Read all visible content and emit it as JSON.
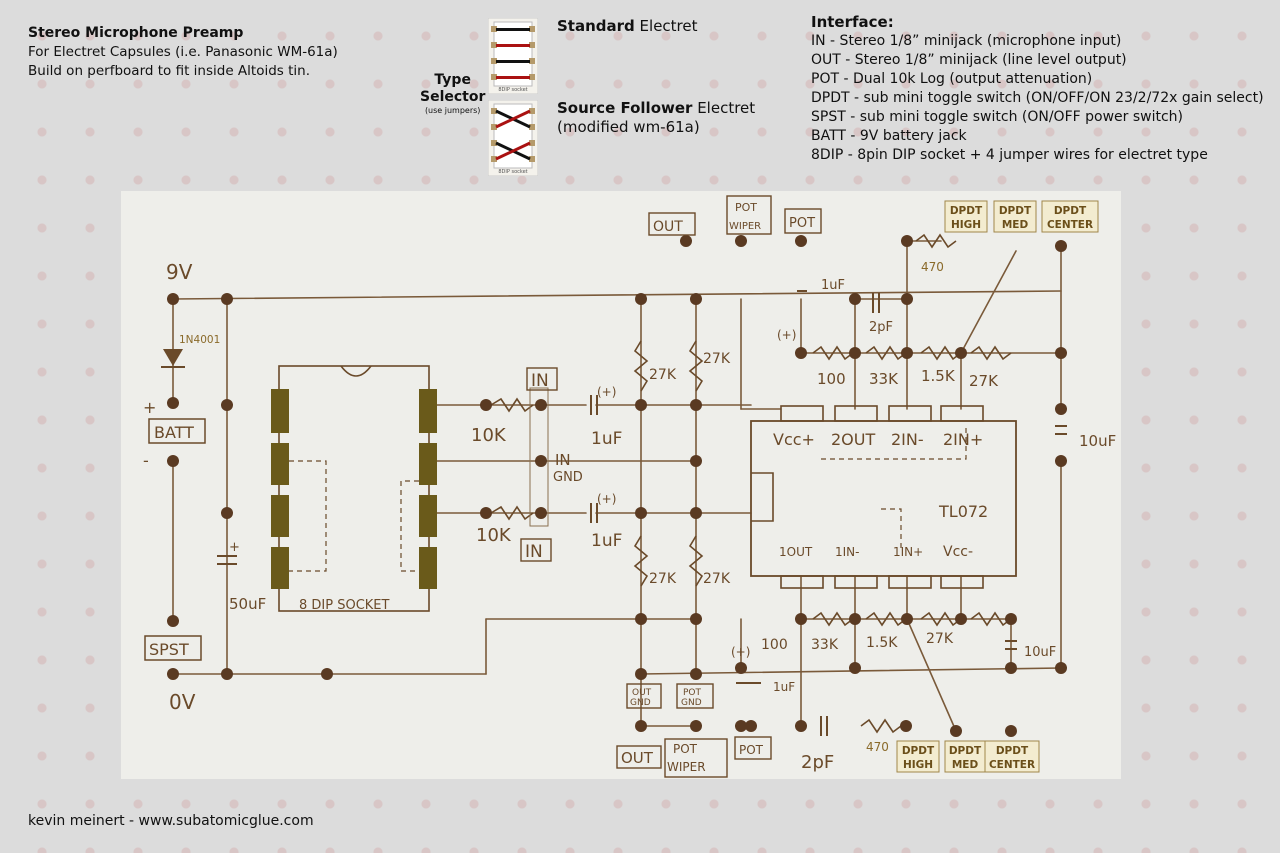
{
  "title_block": {
    "title": "Stereo Microphone Preamp",
    "line1": "For Electret Capsules (i.e. Panasonic WM-61a)",
    "line2": "Build on perfboard to fit inside Altoids tin."
  },
  "type_selector": {
    "label_line1": "Type",
    "label_line2": "Selector",
    "note": "(use jumpers)",
    "socket_caption": "8DIP socket",
    "standard_bold": "Standard",
    "standard_rest": " Electret",
    "source_bold": "Source Follower",
    "source_rest": " Electret",
    "source_note": "(modified wm-61a)"
  },
  "interface": {
    "title": "Interface:",
    "lines": [
      "IN - Stereo 1/8” minijack  (microphone input)",
      "OUT - Stereo 1/8” minijack  (line level output)",
      "POT - Dual 10k Log  (output attenuation)",
      "DPDT - sub mini toggle switch (ON/OFF/ON 23/2/72x gain select)",
      "SPST - sub mini toggle switch (ON/OFF power switch)",
      "BATT - 9V battery jack",
      "8DIP - 8pin DIP socket + 4 jumper wires for electret type"
    ]
  },
  "credit": "kevin meinert - www.subatomicglue.com",
  "tags": {
    "dpdt_high_1": "DPDT",
    "dpdt_high_2": "HIGH",
    "dpdt_med_1": "DPDT",
    "dpdt_med_2": "MED",
    "dpdt_center_1": "DPDT",
    "dpdt_center_2": "CENTER",
    "diode": "1N4001",
    "r470_top": "470",
    "r470_bottom": "470"
  },
  "hand": {
    "v9": "9V",
    "v0": "0V",
    "batt": "BATT",
    "spst": "SPST",
    "cap50": "50uF",
    "dip_socket": "8 DIP SOCKET",
    "in_top": "IN",
    "in_gnd_1": "IN",
    "in_gnd_2": "GND",
    "in_bottom": "IN",
    "r10k_top": "10K",
    "r10k_bottom": "10K",
    "c1uf_top": "1uF",
    "c1uf_bottom": "1uF",
    "r27k_a": "27K",
    "r27k_b": "27K",
    "r27k_c": "27K",
    "r27k_d": "27K",
    "out_top": "OUT",
    "pot_wiper_top_1": "POT",
    "pot_wiper_top_2": "WIPER",
    "pot_top": "POT",
    "c1uf_pot": "1uF",
    "c2pf_top": "2pF",
    "r100_top": "100",
    "r33k_top": "33K",
    "r1_5k_top": "1.5K",
    "r27k_top": "27K",
    "chip_vcc_plus": "Vcc+",
    "chip_2out": "2OUT",
    "chip_2in_minus": "2IN-",
    "chip_2in_plus": "2IN+",
    "chip_name": "TL072",
    "chip_1out": "1OUT",
    "chip_1in_minus": "1IN-",
    "chip_1in_plus": "1IN+",
    "chip_vcc_minus": "Vcc-",
    "c10uf_right": "10uF",
    "r100_bot": "100",
    "r33k_bot": "33K",
    "r1_5k_bot": "1.5K",
    "r27k_bot": "27K",
    "c10uf_bot": "10uF",
    "out_gnd_1": "OUT",
    "out_gnd_2": "GND",
    "pot_gnd_1": "POT",
    "pot_gnd_2": "GND",
    "c1uf_bot_pot": "1uF",
    "out_bot": "OUT",
    "pot_wiper_bot_1": "POT",
    "pot_wiper_bot_2": "WIPER",
    "pot_bot": "POT",
    "c2pf_bot": "2pF",
    "plus": "(+)"
  },
  "colors": {
    "ink": "#6a4a2a",
    "tag_bg": "#f3ecd0",
    "tag_text": "#6b4f1a",
    "pad": "#6a5a1a"
  }
}
